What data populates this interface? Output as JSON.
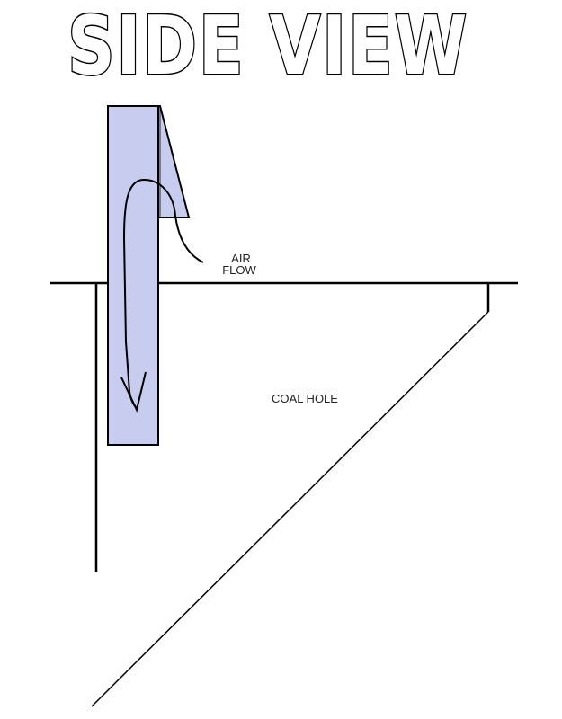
{
  "diagram": {
    "title": "SIDE VIEW",
    "labels": {
      "air": "AIR",
      "flow": "FLOW",
      "coal_hole": "COAL HOLE"
    },
    "colors": {
      "duct_fill": "#c8cdf0",
      "line": "#000000",
      "background": "#ffffff"
    }
  }
}
